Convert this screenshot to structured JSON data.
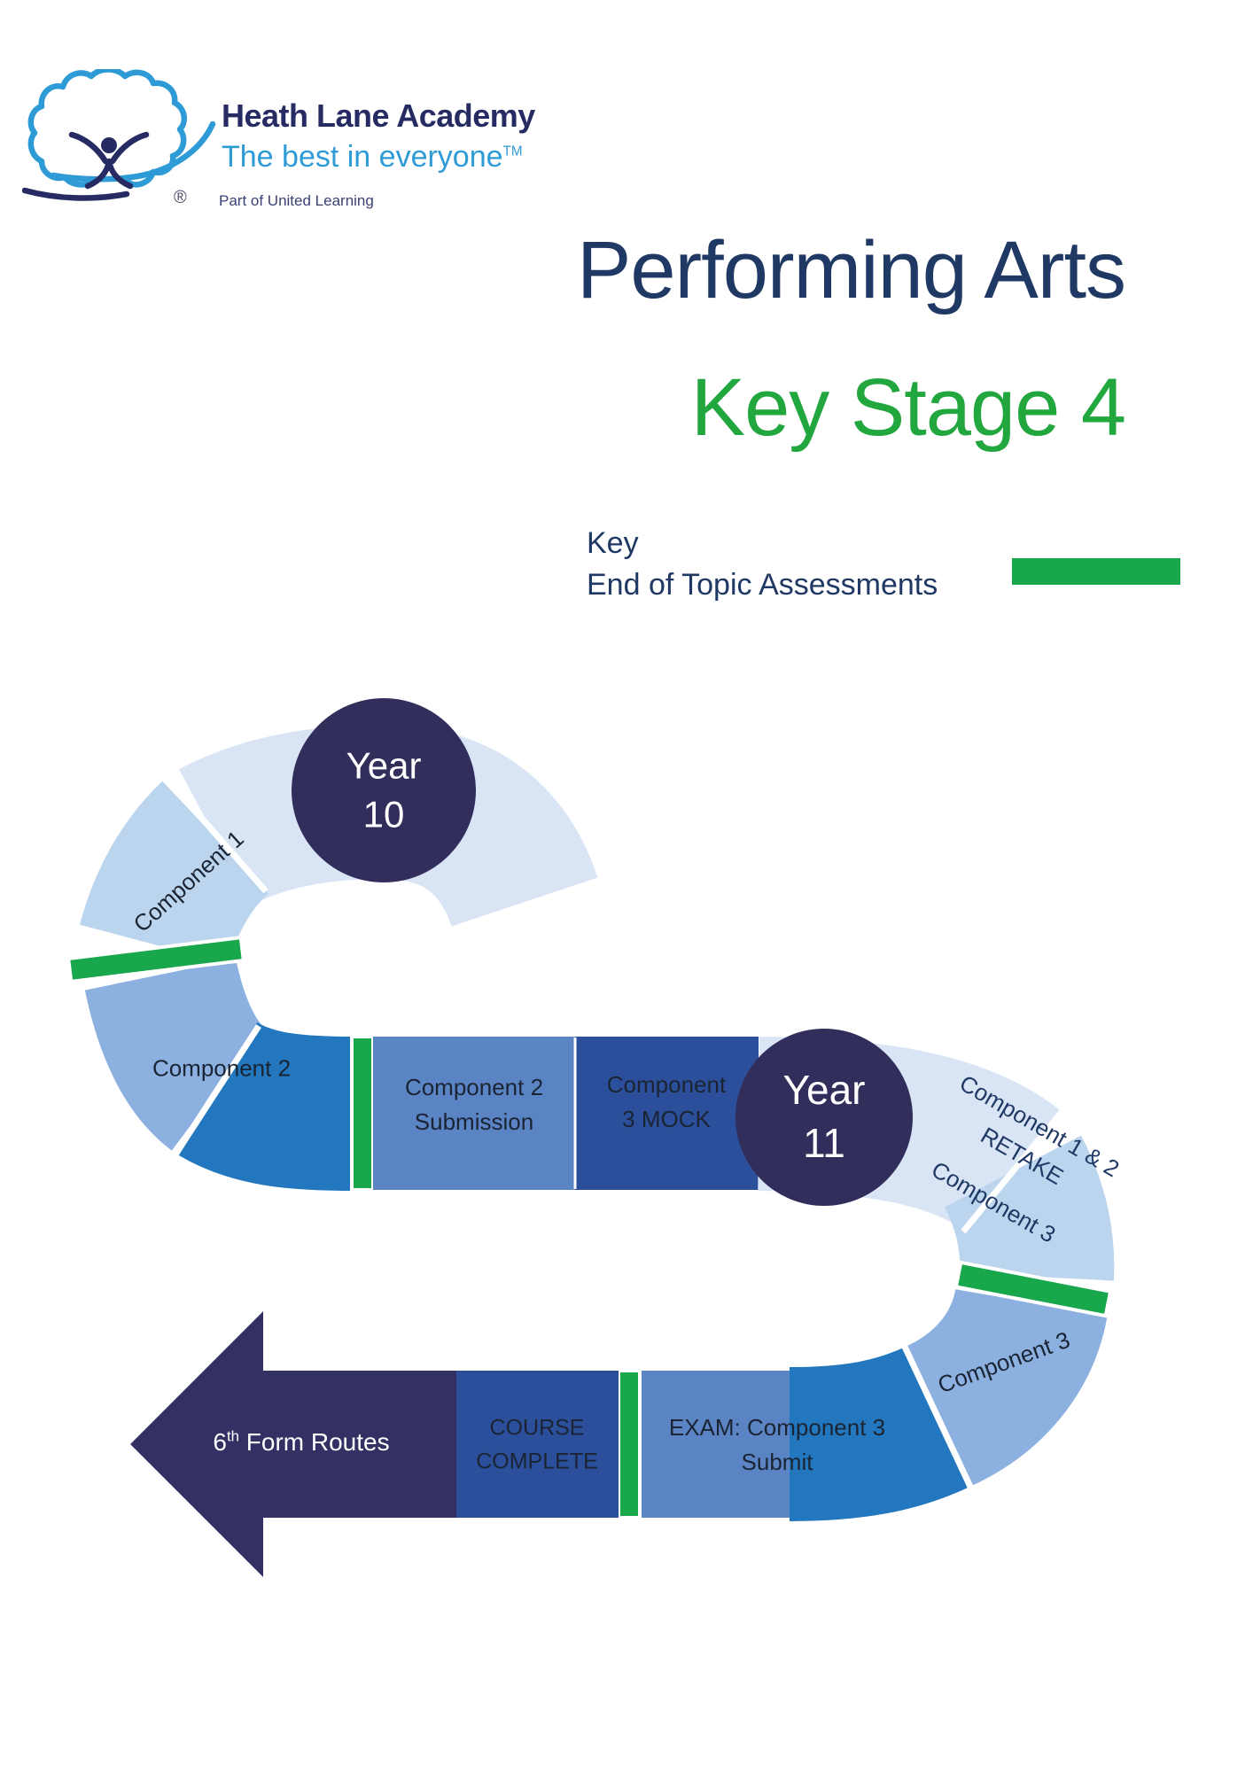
{
  "colors": {
    "navy_title": "#1F3864",
    "green_title": "#22A73F",
    "green": "#18A74B",
    "circle_navy": "#322E5C",
    "arrow_navy": "#333163",
    "palest": "#D9E5F5",
    "light": "#BCD5EE",
    "medlight": "#8CB1E0",
    "strong": "#2277BE",
    "medbox": "#5B84C5",
    "darkbox": "#2C4F9C",
    "logo_blue": "#2E9BD6",
    "logo_navy": "#262B63",
    "label_dark": "#1A2433",
    "label_navy": "#1F3864"
  },
  "logo": {
    "name": "Heath Lane Academy",
    "tagline": "The best in everyone",
    "tm": "TM",
    "registered": "®",
    "suffix": "Part of United Learning"
  },
  "title": {
    "line1": "Performing Arts",
    "line2": "Key Stage 4"
  },
  "legend": {
    "heading": "Key",
    "item": "End of Topic Assessments"
  },
  "path": {
    "year10": {
      "line1": "Year",
      "line2": "10"
    },
    "year11": {
      "line1": "Year",
      "line2": "11"
    },
    "segments": {
      "component1": "Component 1",
      "component2": "Component 2",
      "component2_submission": "Component 2 Submission",
      "component3_mock": "Component 3 MOCK",
      "retake_line1": "Component 1 & 2",
      "retake_line2": "RETAKE",
      "component3_upper": "Component 3",
      "component3_lower": "Component 3",
      "exam": "EXAM: Component 3 Submit",
      "course_line1": "COURSE",
      "course_line2": "COMPLETE",
      "arrow_num": "6",
      "arrow_sup": "th",
      "arrow_rest": " Form Routes"
    }
  }
}
